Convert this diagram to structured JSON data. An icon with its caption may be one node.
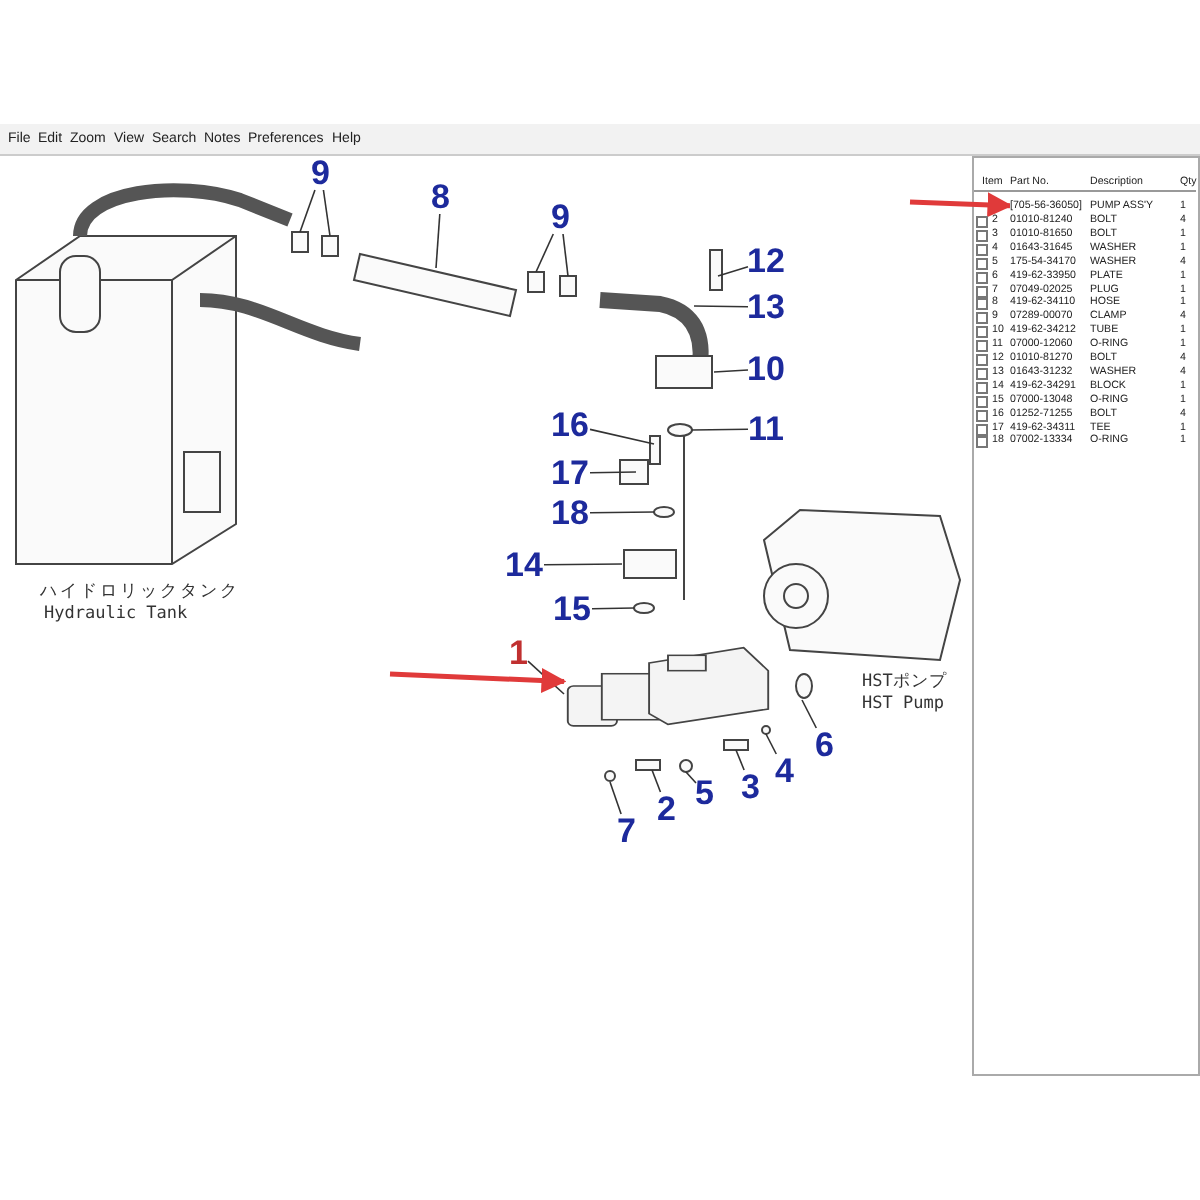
{
  "diagram": {
    "nodes": [
      {
        "text": [
          "9"
        ]
      },
      {
        "text": [
          "8"
        ]
      },
      {
        "text": [
          "9"
        ]
      },
      {
        "text": [
          "12"
        ]
      },
      {
        "text": [
          "13"
        ]
      },
      {
        "text": [
          "10"
        ]
      },
      {
        "text": [
          "16"
        ]
      },
      {
        "text": [
          "11"
        ]
      },
      {
        "text": [
          "17"
        ]
      },
      {
        "text": [
          "18"
        ]
      },
      {
        "text": [
          "14"
        ]
      },
      {
        "text": [
          "15"
        ]
      },
      {
        "text": [
          "1"
        ]
      },
      {
        "text": [
          "2"
        ]
      },
      {
        "text": [
          "5"
        ]
      },
      {
        "text": [
          "3"
        ]
      },
      {
        "text": [
          "4"
        ]
      },
      {
        "text": [
          "6"
        ]
      },
      {
        "text": [
          "7"
        ]
      },
      {
        "text": [],
        "shape": "picture"
      },
      {
        "text": [
          "[705-56-36050]"
        ]
      }
    ],
    "edges": [
      {
        "from": 0,
        "to": null,
        "arrow": "none"
      },
      {
        "from": 0,
        "to": null,
        "arrow": "none"
      },
      {
        "from": 1,
        "to": null,
        "arrow": "none"
      },
      {
        "from": 2,
        "to": null,
        "arrow": "none"
      },
      {
        "from": 2,
        "to": null,
        "arrow": "none"
      },
      {
        "from": 3,
        "to": null,
        "arrow": "none"
      },
      {
        "from": 4,
        "to": null,
        "arrow": "none"
      },
      {
        "from": 5,
        "to": null,
        "arrow": "none"
      },
      {
        "from": 6,
        "to": null,
        "arrow": "none"
      },
      {
        "from": 7,
        "to": null,
        "arrow": "none"
      },
      {
        "from": 8,
        "to": null,
        "arrow": "none"
      },
      {
        "from": 9,
        "to": null,
        "arrow": "none"
      },
      {
        "from": 10,
        "to": null,
        "arrow": "none"
      },
      {
        "from": 11,
        "to": null,
        "arrow": "none"
      },
      {
        "from": 12,
        "to": 19,
        "arrow": "none"
      },
      {
        "from": 13,
        "to": null,
        "arrow": "none"
      },
      {
        "from": 14,
        "to": null,
        "arrow": "none"
      },
      {
        "from": 15,
        "to": null,
        "arrow": "none"
      },
      {
        "from": 16,
        "to": null,
        "arrow": "none"
      },
      {
        "from": 17,
        "to": null,
        "arrow": "none"
      },
      {
        "from": 18,
        "to": null,
        "arrow": "none"
      },
      {
        "from": null,
        "to": 19,
        "arrow": "to",
        "style": "thick",
        "color": "#e03a3a"
      },
      {
        "from": null,
        "to": 20,
        "arrow": "to",
        "style": "thick",
        "color": "#e03a3a"
      }
    ],
    "labels": [
      "File",
      "Edit",
      "Zoom",
      "View",
      "Search",
      "Notes",
      "Preferences",
      "Help",
      "ハイドロリックタンク",
      "Hydraulic Tank",
      "HSTポンプ",
      "HST Pump",
      "Item",
      "Part No.",
      "Description",
      "Qty",
      "PUMP ASS'Y",
      "1",
      "2",
      "01010-81240",
      "BOLT",
      "4",
      "3",
      "01010-81650",
      "BOLT",
      "1",
      "4",
      "01643-31645",
      "WASHER",
      "1",
      "5",
      "175-54-34170",
      "WASHER",
      "4",
      "6",
      "419-62-33950",
      "PLATE",
      "1",
      "7",
      "07049-02025",
      "PLUG",
      "1",
      "8",
      "419-62-34110",
      "HOSE",
      "1",
      "9",
      "07289-00070",
      "CLAMP",
      "4",
      "10",
      "419-62-34212",
      "TUBE",
      "1",
      "11",
      "07000-12060",
      "O-RING",
      "1",
      "12",
      "01010-81270",
      "BOLT",
      "4",
      "13",
      "01643-31232",
      "WASHER",
      "4",
      "14",
      "419-62-34291",
      "BLOCK",
      "1",
      "15",
      "07000-13048",
      "O-RING",
      "1",
      "16",
      "01252-71255",
      "BOLT",
      "4",
      "17",
      "419-62-34311",
      "TEE",
      "1",
      "18",
      "07002-13334",
      "O-RING",
      "1"
    ]
  }
}
